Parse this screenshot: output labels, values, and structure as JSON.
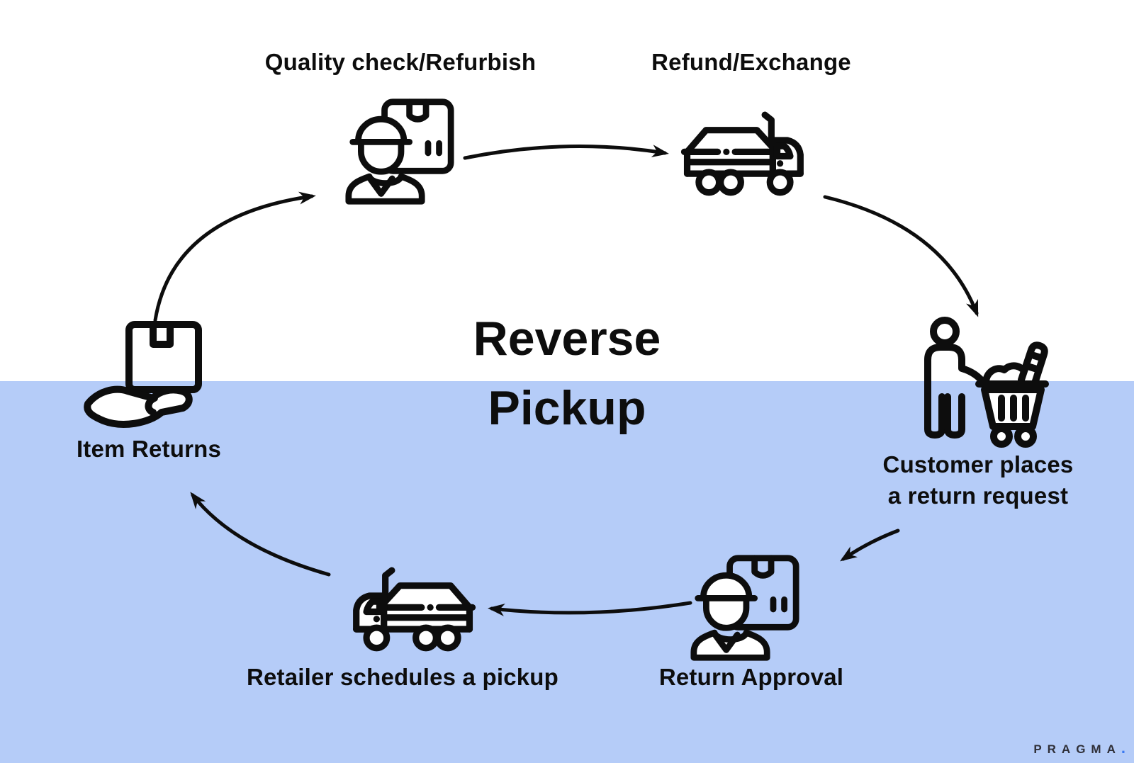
{
  "diagram": {
    "title_line1": "Reverse",
    "title_line2": "Pickup",
    "steps": [
      {
        "label": "Quality check/Refurbish",
        "icon": "courier-box-icon"
      },
      {
        "label": "Refund/Exchange",
        "icon": "delivery-truck-icon"
      },
      {
        "label_line1": "Customer places",
        "label_line2": "a return request",
        "icon": "customer-cart-icon"
      },
      {
        "label": "Return Approval",
        "icon": "courier-box-icon"
      },
      {
        "label": "Retailer schedules a pickup",
        "icon": "delivery-truck-icon"
      },
      {
        "label": "Item Returns",
        "icon": "hand-box-icon"
      }
    ]
  },
  "branding": {
    "logo": "PRAGMA",
    "dot": "."
  },
  "colors": {
    "background_top": "#ffffff",
    "background_bottom": "#b5ccf8",
    "ink": "#0d0d0d",
    "logo_text": "#2f2f38",
    "logo_dot": "#3b79f2"
  }
}
